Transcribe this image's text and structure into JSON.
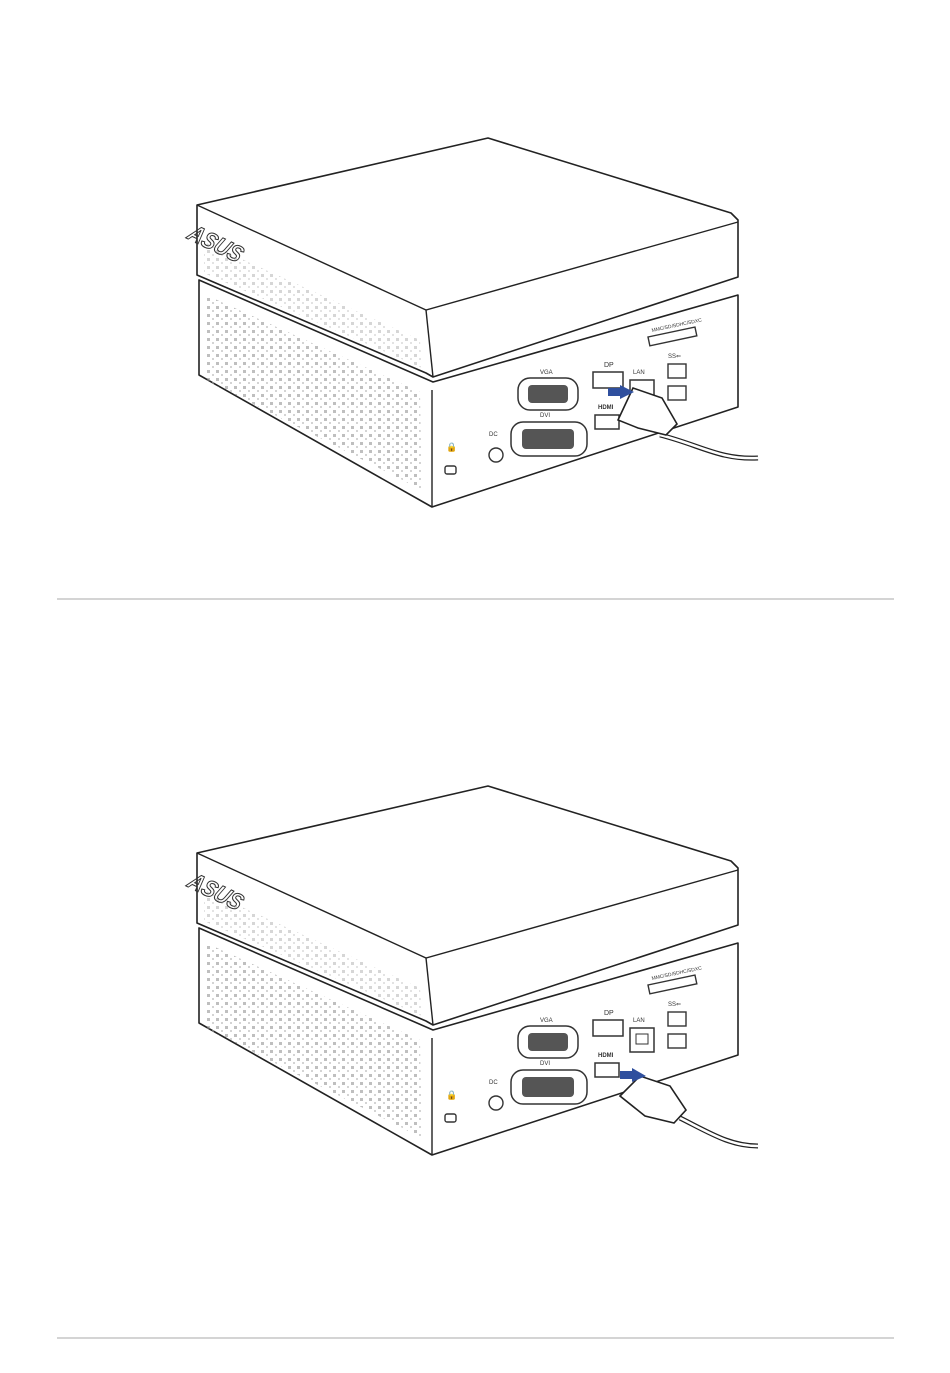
{
  "figures": [
    {
      "connection": "DisplayPort",
      "brand_logo": "ASUS",
      "port_labels": {
        "card_reader": "MMC/SD/SDHC/SDXC",
        "usb": "SS⇐",
        "vga": "VGA",
        "dvi": "DVI",
        "displayport": "DP",
        "hdmi": "HDMI",
        "lan": "LAN",
        "dc_in": "DC"
      },
      "arrow_color": "#2f4f9e"
    },
    {
      "connection": "HDMI",
      "brand_logo": "ASUS",
      "port_labels": {
        "card_reader": "MMC/SD/SDHC/SDXC",
        "usb": "SS⇐",
        "vga": "VGA",
        "dvi": "DVI",
        "displayport": "DP",
        "hdmi": "HDMI",
        "lan": "LAN",
        "dc_in": "DC"
      },
      "arrow_color": "#2f4f9e"
    }
  ]
}
